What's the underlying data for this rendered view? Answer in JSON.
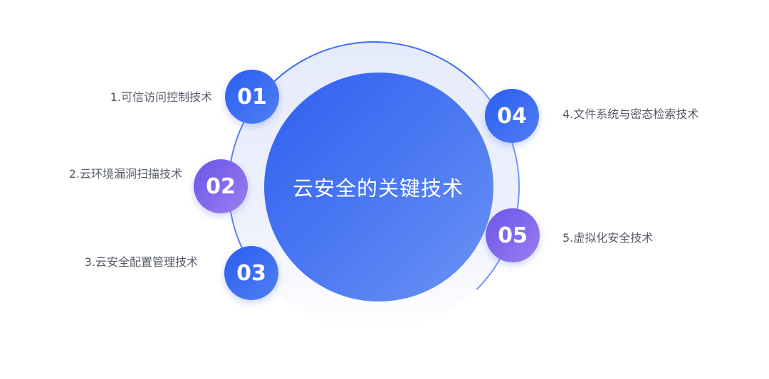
{
  "center": {
    "title": "云安全的关键技术"
  },
  "items": [
    {
      "number": "01",
      "label": "1.可信访问控制技术",
      "color": "blue"
    },
    {
      "number": "02",
      "label": "2.云环境漏洞扫描技术",
      "color": "purple"
    },
    {
      "number": "03",
      "label": "3.云安全配置管理技术",
      "color": "blue"
    },
    {
      "number": "04",
      "label": "4.文件系统与密态检索技术",
      "color": "blue"
    },
    {
      "number": "05",
      "label": "5.虚拟化安全技术",
      "color": "purple"
    }
  ],
  "colors": {
    "blue_start": "#2b5df0",
    "blue_end": "#4f7ff4",
    "purple_start": "#6a55e8",
    "purple_end": "#9a7ef0",
    "ring": "#e6ebfb",
    "label_text": "#555a66"
  }
}
